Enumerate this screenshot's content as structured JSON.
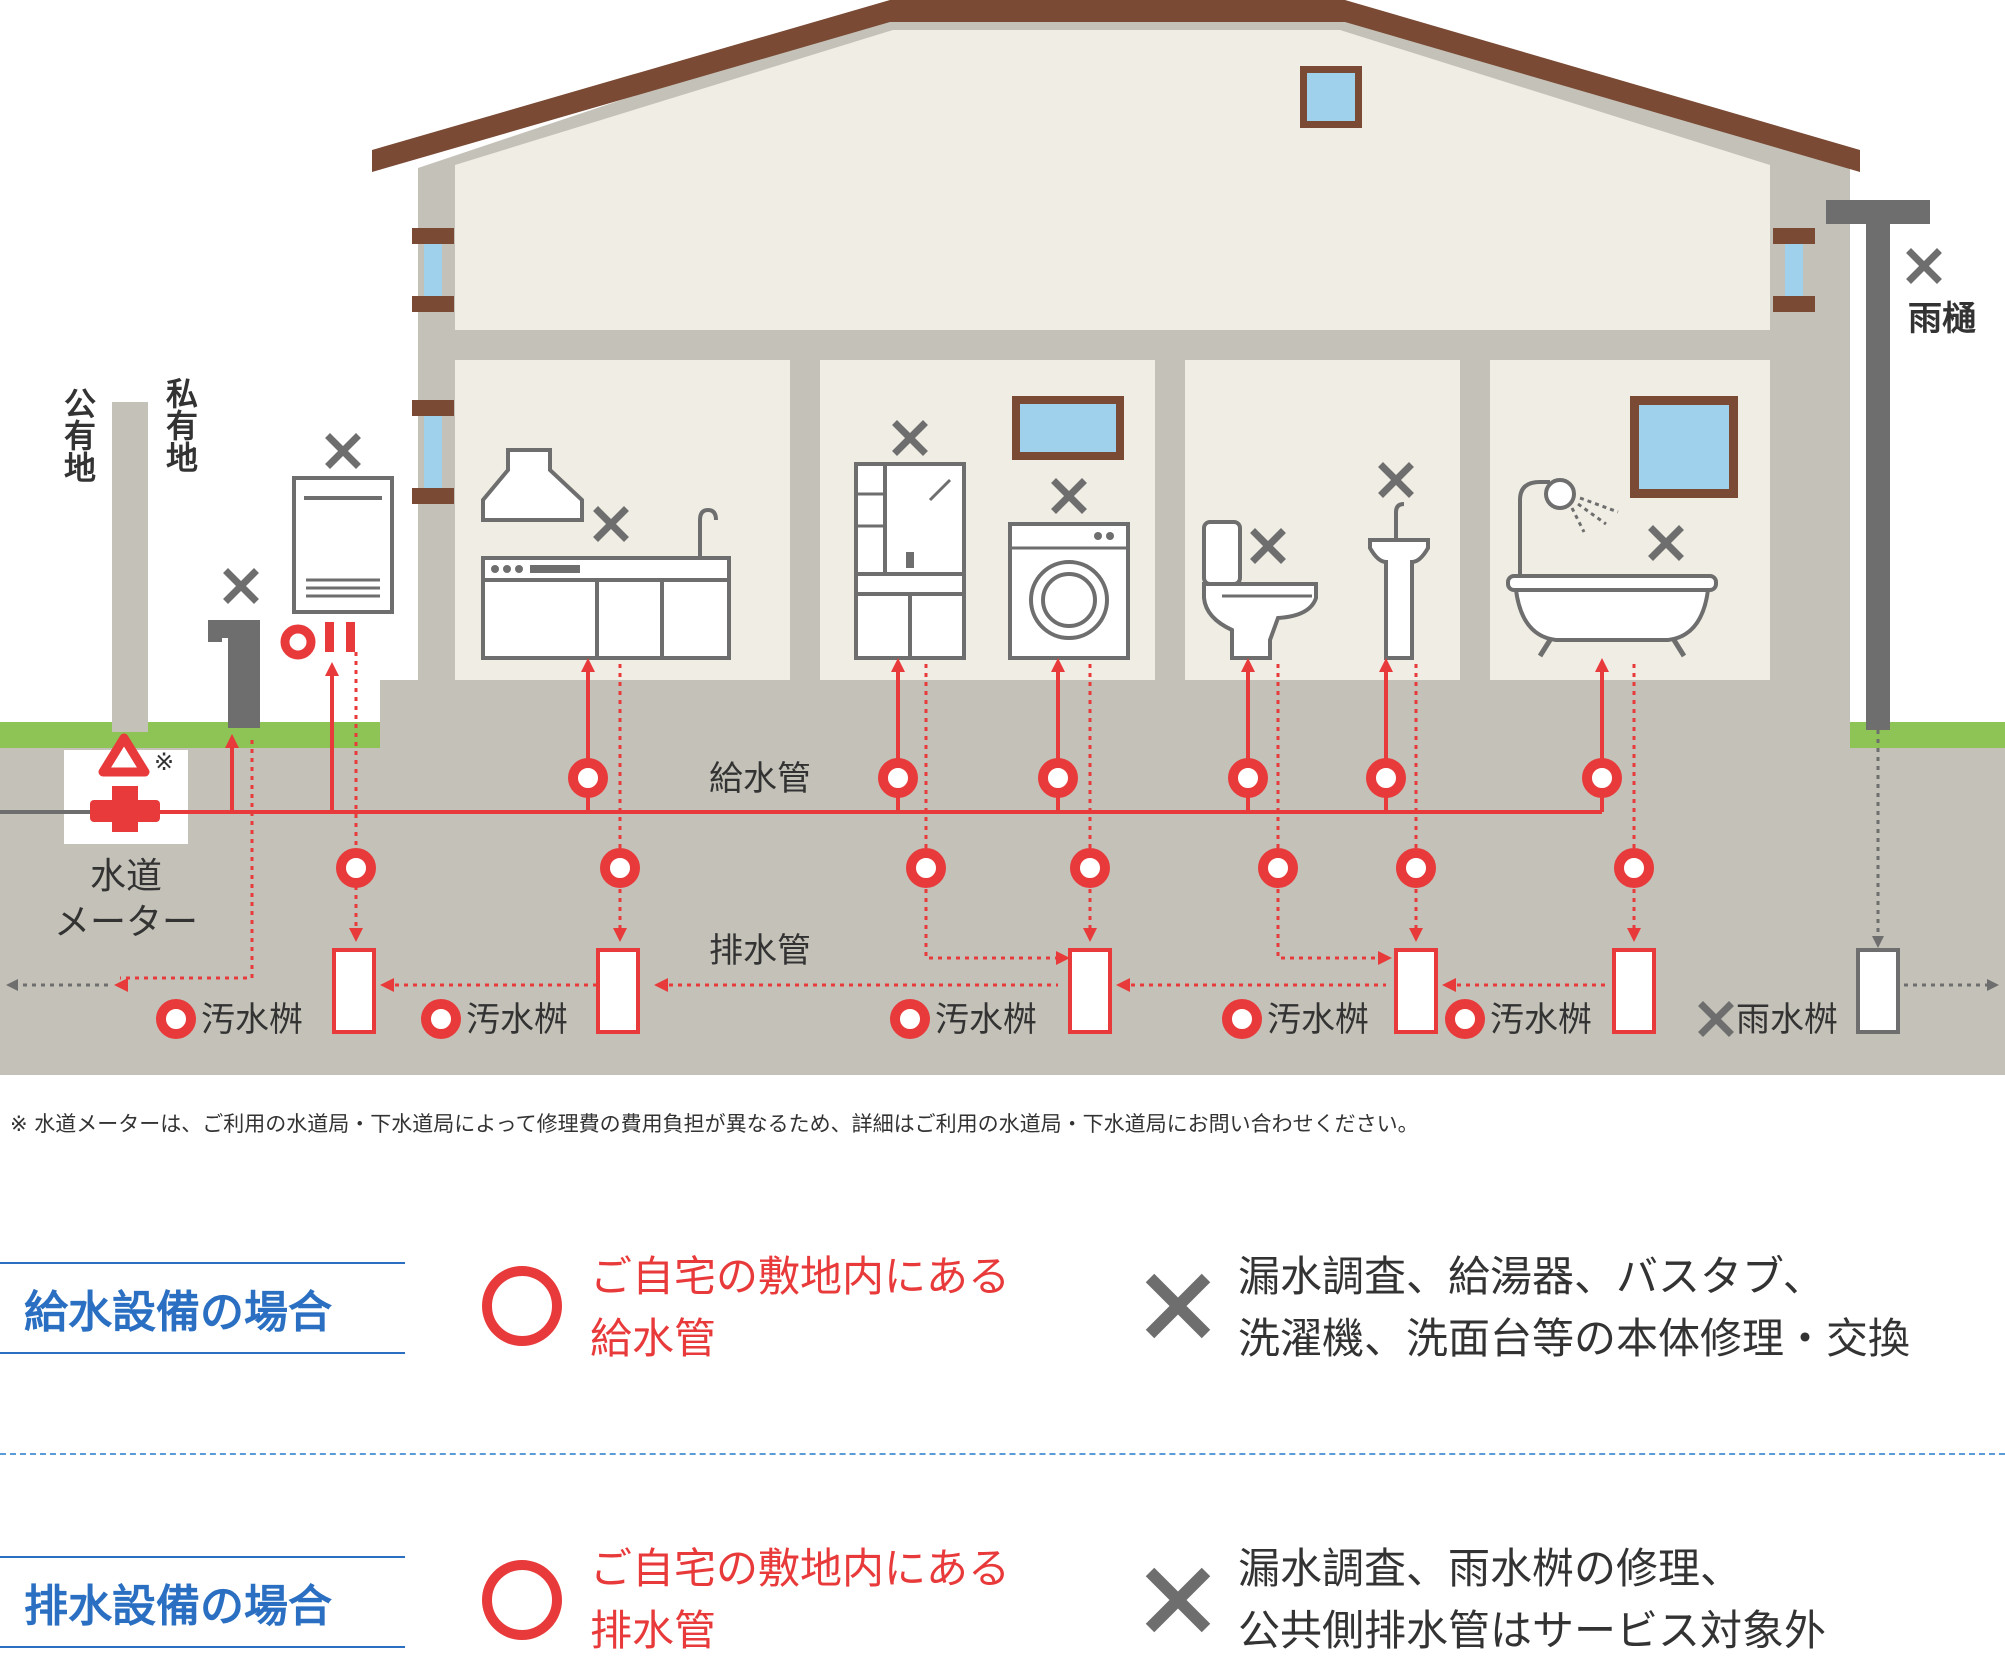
{
  "labels": {
    "public_land": "公有地",
    "private_land": "私有地",
    "water_meter_line1": "水道",
    "water_meter_line2": "メーター",
    "meter_mark": "※",
    "supply_pipe": "給水管",
    "drain_pipe": "排水管",
    "rain_gutter": "雨樋",
    "sewage_basin": "汚水桝",
    "rain_basin": "雨水桝"
  },
  "note": "※ 水道メーターは、ご利用の水道局・下水道局によって修理費の費用負担が異なるため、詳細はご利用の水道局・下水道局にお問い合わせください。",
  "legend": [
    {
      "title": "給水設備の場合",
      "ok_lines": [
        "ご自宅の敷地内にある",
        "給水管"
      ],
      "ng_lines": [
        "漏水調査、給湯器、バスタブ、",
        "洗濯機、洗面台等の本体修理・交換"
      ]
    },
    {
      "title": "排水設備の場合",
      "ok_lines": [
        "ご自宅の敷地内にある",
        "排水管"
      ],
      "ng_lines": [
        "漏水調査、雨水桝の修理、",
        "公共側排水管はサービス対象外"
      ]
    }
  ],
  "colors": {
    "red": "#e83a3a",
    "gray": "#6e6e6e",
    "blue": "#2a6fc2",
    "roof": "#7a4a35",
    "wall": "#c4c2b8",
    "room": "#f0eee4",
    "ground": "#c4c2b8",
    "grass": "#8dc455",
    "window": "#9fd0ec"
  },
  "icons": {
    "covered": "red-circle-icon",
    "not_covered": "gray-cross-icon"
  }
}
